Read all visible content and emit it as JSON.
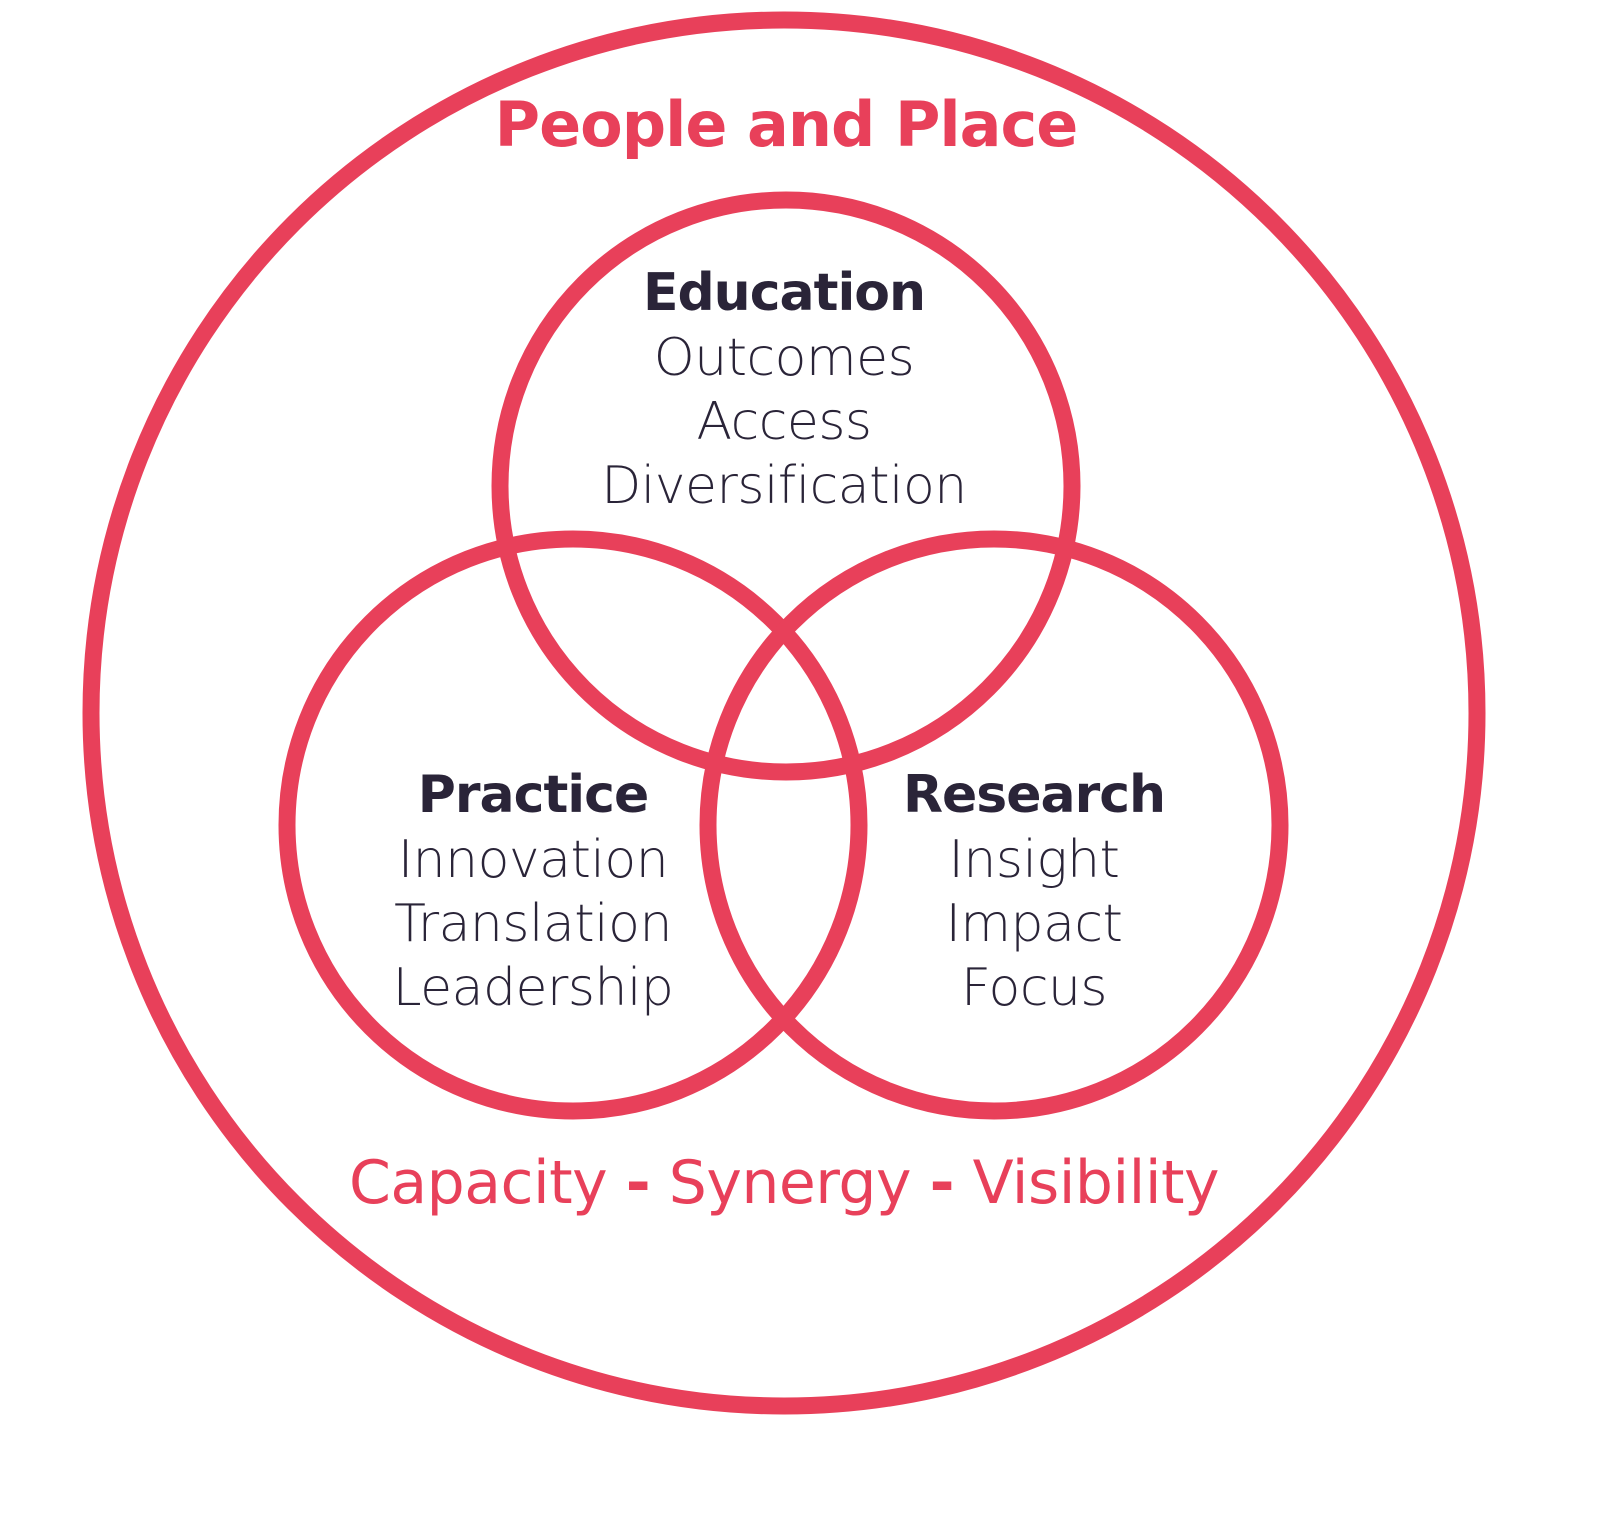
{
  "colors": {
    "accent": "#e8405a",
    "text": "#2a2438"
  },
  "title": "People and Place",
  "circles": {
    "education": {
      "heading": "Education",
      "items": [
        "Outcomes",
        "Access",
        "Diversification"
      ]
    },
    "practice": {
      "heading": "Practice",
      "items": [
        "Innovation",
        "Translation",
        "Leadership"
      ]
    },
    "research": {
      "heading": "Research",
      "items": [
        "Insight",
        "Impact",
        "Focus"
      ]
    }
  },
  "footer": {
    "items": [
      "Capacity",
      "Synergy",
      "Visibility"
    ],
    "separator": "-"
  }
}
